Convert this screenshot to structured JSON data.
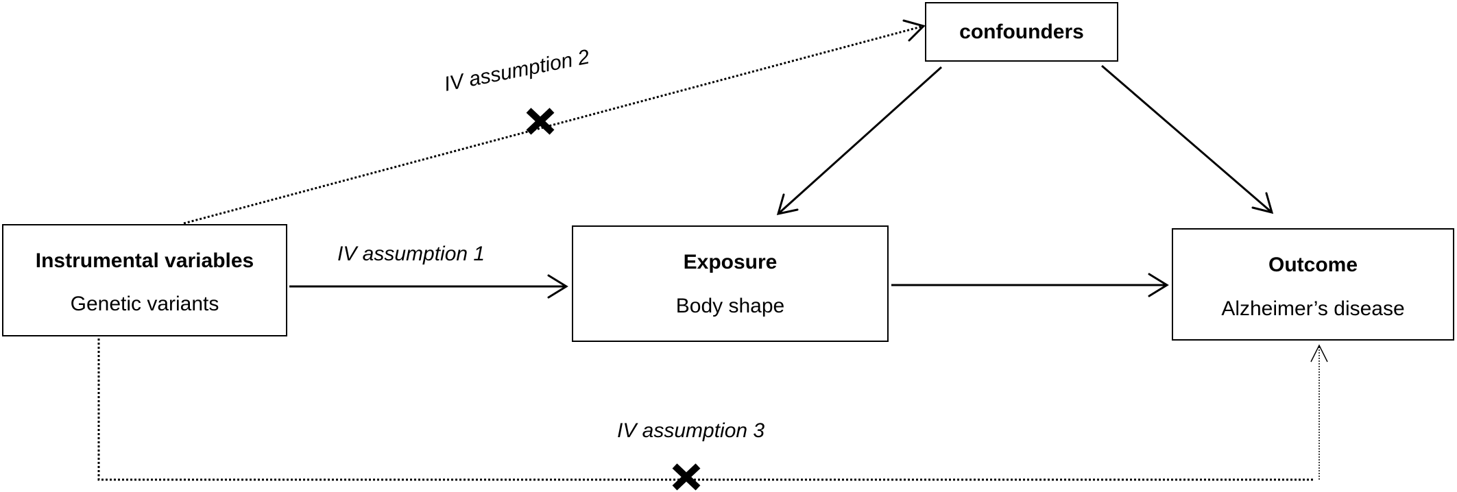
{
  "nodes": {
    "confounders": {
      "title": "confounders"
    },
    "instrumental": {
      "title": "Instrumental variables",
      "subtitle": "Genetic variants"
    },
    "exposure": {
      "title": "Exposure",
      "subtitle": "Body shape"
    },
    "outcome": {
      "title": "Outcome",
      "subtitle": "Alzheimer’s disease"
    }
  },
  "edges": {
    "assumption1": {
      "label": "IV assumption 1",
      "style": "solid",
      "blocked": false
    },
    "assumption2": {
      "label": "IV assumption 2",
      "style": "dotted",
      "blocked": true
    },
    "assumption3": {
      "label": "IV assumption 3",
      "style": "dotted",
      "blocked": true
    }
  },
  "colors": {
    "stroke": "#000000",
    "background": "#ffffff"
  }
}
